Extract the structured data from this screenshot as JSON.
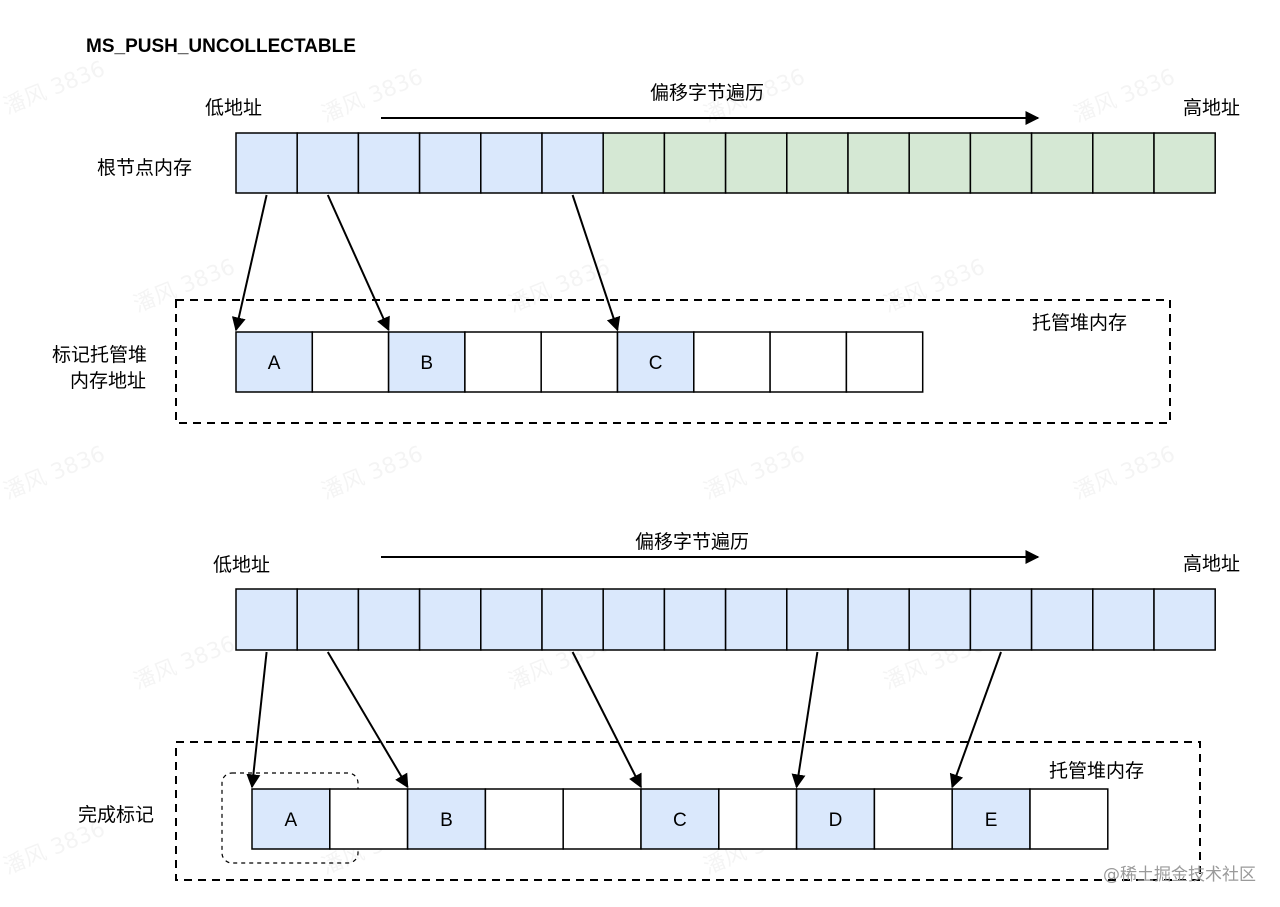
{
  "title": "MS_PUSH_UNCOLLECTABLE",
  "watermark_text": "潘风 3836",
  "footer": "@稀土掘金技术社区",
  "colors": {
    "blue": "#dae8fc",
    "green": "#d5e8d4",
    "white": "#ffffff",
    "stroke": "#000000"
  },
  "top": {
    "low_addr": "低地址",
    "high_addr": "高地址",
    "traverse_label": "偏移字节遍历",
    "root_label": "根节点内存",
    "heap_label": "托管堆内存",
    "mark_label_line1": "标记托管堆",
    "mark_label_line2": "内存地址",
    "root_fill": [
      "blue",
      "blue",
      "blue",
      "blue",
      "blue",
      "blue",
      "green",
      "green",
      "green",
      "green",
      "green",
      "green",
      "green",
      "green",
      "green",
      "green"
    ],
    "heap_cells": [
      {
        "label": "A",
        "fill": "blue"
      },
      {
        "label": "",
        "fill": "white"
      },
      {
        "label": "B",
        "fill": "blue"
      },
      {
        "label": "",
        "fill": "white"
      },
      {
        "label": "",
        "fill": "white"
      },
      {
        "label": "C",
        "fill": "blue"
      },
      {
        "label": "",
        "fill": "white"
      },
      {
        "label": "",
        "fill": "white"
      },
      {
        "label": "",
        "fill": "white"
      }
    ],
    "pointers": [
      [
        0,
        0
      ],
      [
        1,
        2
      ],
      [
        5,
        5
      ]
    ]
  },
  "bottom": {
    "low_addr": "低地址",
    "high_addr": "高地址",
    "traverse_label": "偏移字节遍历",
    "heap_label": "托管堆内存",
    "done_label": "完成标记",
    "root_fill": [
      "blue",
      "blue",
      "blue",
      "blue",
      "blue",
      "blue",
      "blue",
      "blue",
      "blue",
      "blue",
      "blue",
      "blue",
      "blue",
      "blue",
      "blue",
      "blue"
    ],
    "heap_cells": [
      {
        "label": "A",
        "fill": "blue"
      },
      {
        "label": "",
        "fill": "white"
      },
      {
        "label": "B",
        "fill": "blue"
      },
      {
        "label": "",
        "fill": "white"
      },
      {
        "label": "",
        "fill": "white"
      },
      {
        "label": "C",
        "fill": "blue"
      },
      {
        "label": "",
        "fill": "white"
      },
      {
        "label": "D",
        "fill": "blue"
      },
      {
        "label": "",
        "fill": "white"
      },
      {
        "label": "E",
        "fill": "blue"
      },
      {
        "label": "",
        "fill": "white"
      }
    ],
    "pointers": [
      [
        0,
        0
      ],
      [
        1,
        2
      ],
      [
        5,
        5
      ],
      [
        9,
        7
      ],
      [
        12,
        9
      ]
    ]
  }
}
